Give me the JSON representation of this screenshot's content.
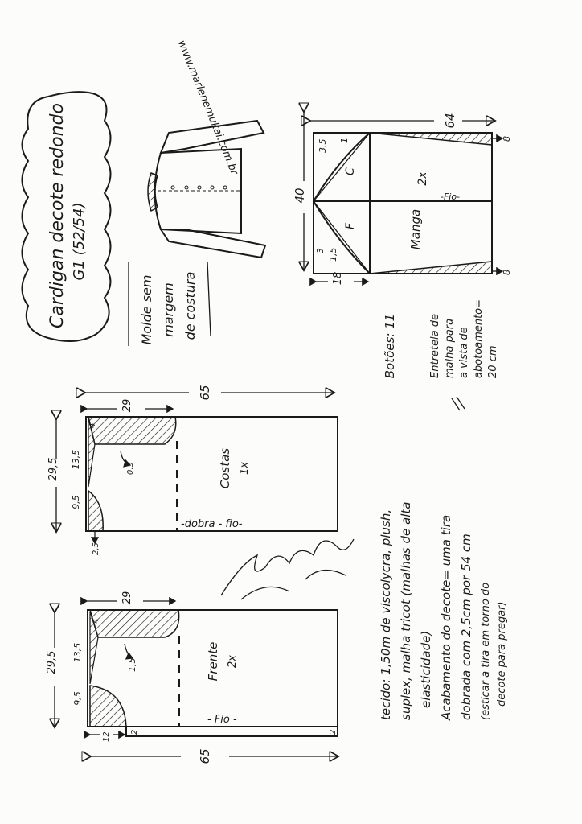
{
  "title": {
    "line1": "Cardigan decote redondo",
    "line2": "G1 (52/54)"
  },
  "website": "www.marlenemukai.com.br",
  "note_no_seam": {
    "line1": "Molde sem",
    "line2": "margem",
    "line3": "de costura"
  },
  "sleeve": {
    "label": "Manga",
    "count": "2x",
    "grain": "-Fio-",
    "front_label": "F",
    "back_label": "C",
    "dim_length": "64",
    "dim_width": "40",
    "dim_cap_height": "18",
    "dim_hem_taper_top": "8",
    "dim_hem_taper_bottom": "8",
    "cap_marks": [
      "3,5",
      "1",
      "3",
      "1,5"
    ]
  },
  "buttons": "Botões: 11",
  "interfacing": {
    "line1": "Entretela de",
    "line2": "malha para",
    "line3": "a vista de",
    "line4": "abotoamento=",
    "line5": "20 cm"
  },
  "back": {
    "label": "Costas",
    "count": "1x",
    "fold_grain": "-dobra - fio-",
    "dim_length": "65",
    "dim_shoulder_depth": "29",
    "dim_half_width": "29,5",
    "dim_upper": "13,5",
    "dim_neck": "9,5",
    "dim_shoulder_drop": "4",
    "dim_armhole_curve": "0,5",
    "dim_neck_depth": "2,5"
  },
  "front": {
    "label": "Frente",
    "count": "2x",
    "grain": "- Fio -",
    "dim_length": "65",
    "dim_shoulder_depth": "29",
    "dim_half_width": "29,5",
    "dim_upper": "13,5",
    "dim_neck": "9,5",
    "dim_shoulder_drop": "4",
    "dim_armhole_curve": "1,5",
    "dim_neck_depth": "12",
    "dim_placket": "2",
    "dim_placket_end": "2"
  },
  "fabric_notes": {
    "line1": "tecido: 1,50m de viscolycra, plush,",
    "line2": "suplex, malha tricot (malhas de alta",
    "line3": "elasticidade)",
    "line4": "Acabamento do decote= uma tira",
    "line5": "dobrada com 2,5cm por 54 cm",
    "line6": "(esticar a tira em torno do",
    "line7": "decote para pregar)"
  },
  "signature": "Marlene Mukai"
}
